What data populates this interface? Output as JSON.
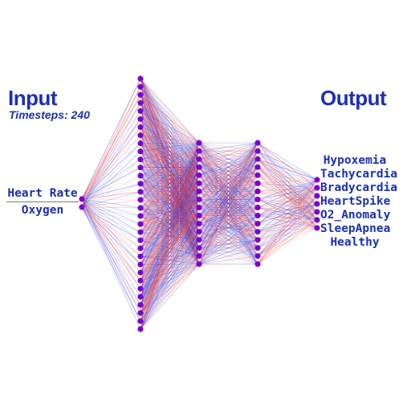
{
  "input": {
    "title": "Input",
    "subtitle": "Timesteps: 240",
    "features": [
      "Heart Rate",
      "Oxygen"
    ]
  },
  "output": {
    "title": "Output",
    "classes": [
      "Hypoxemia",
      "Tachycardia",
      "Bradycardia",
      "HeartSpike",
      "O2_Anomaly",
      "SleepApnea",
      "Healthy"
    ]
  },
  "network": {
    "layer_sizes": [
      2,
      32,
      16,
      16,
      7
    ],
    "colors": {
      "node": "#8000d0",
      "positive_weight": "#e83030",
      "negative_weight": "#2a3ae0",
      "label": "#1a2fb8"
    }
  }
}
